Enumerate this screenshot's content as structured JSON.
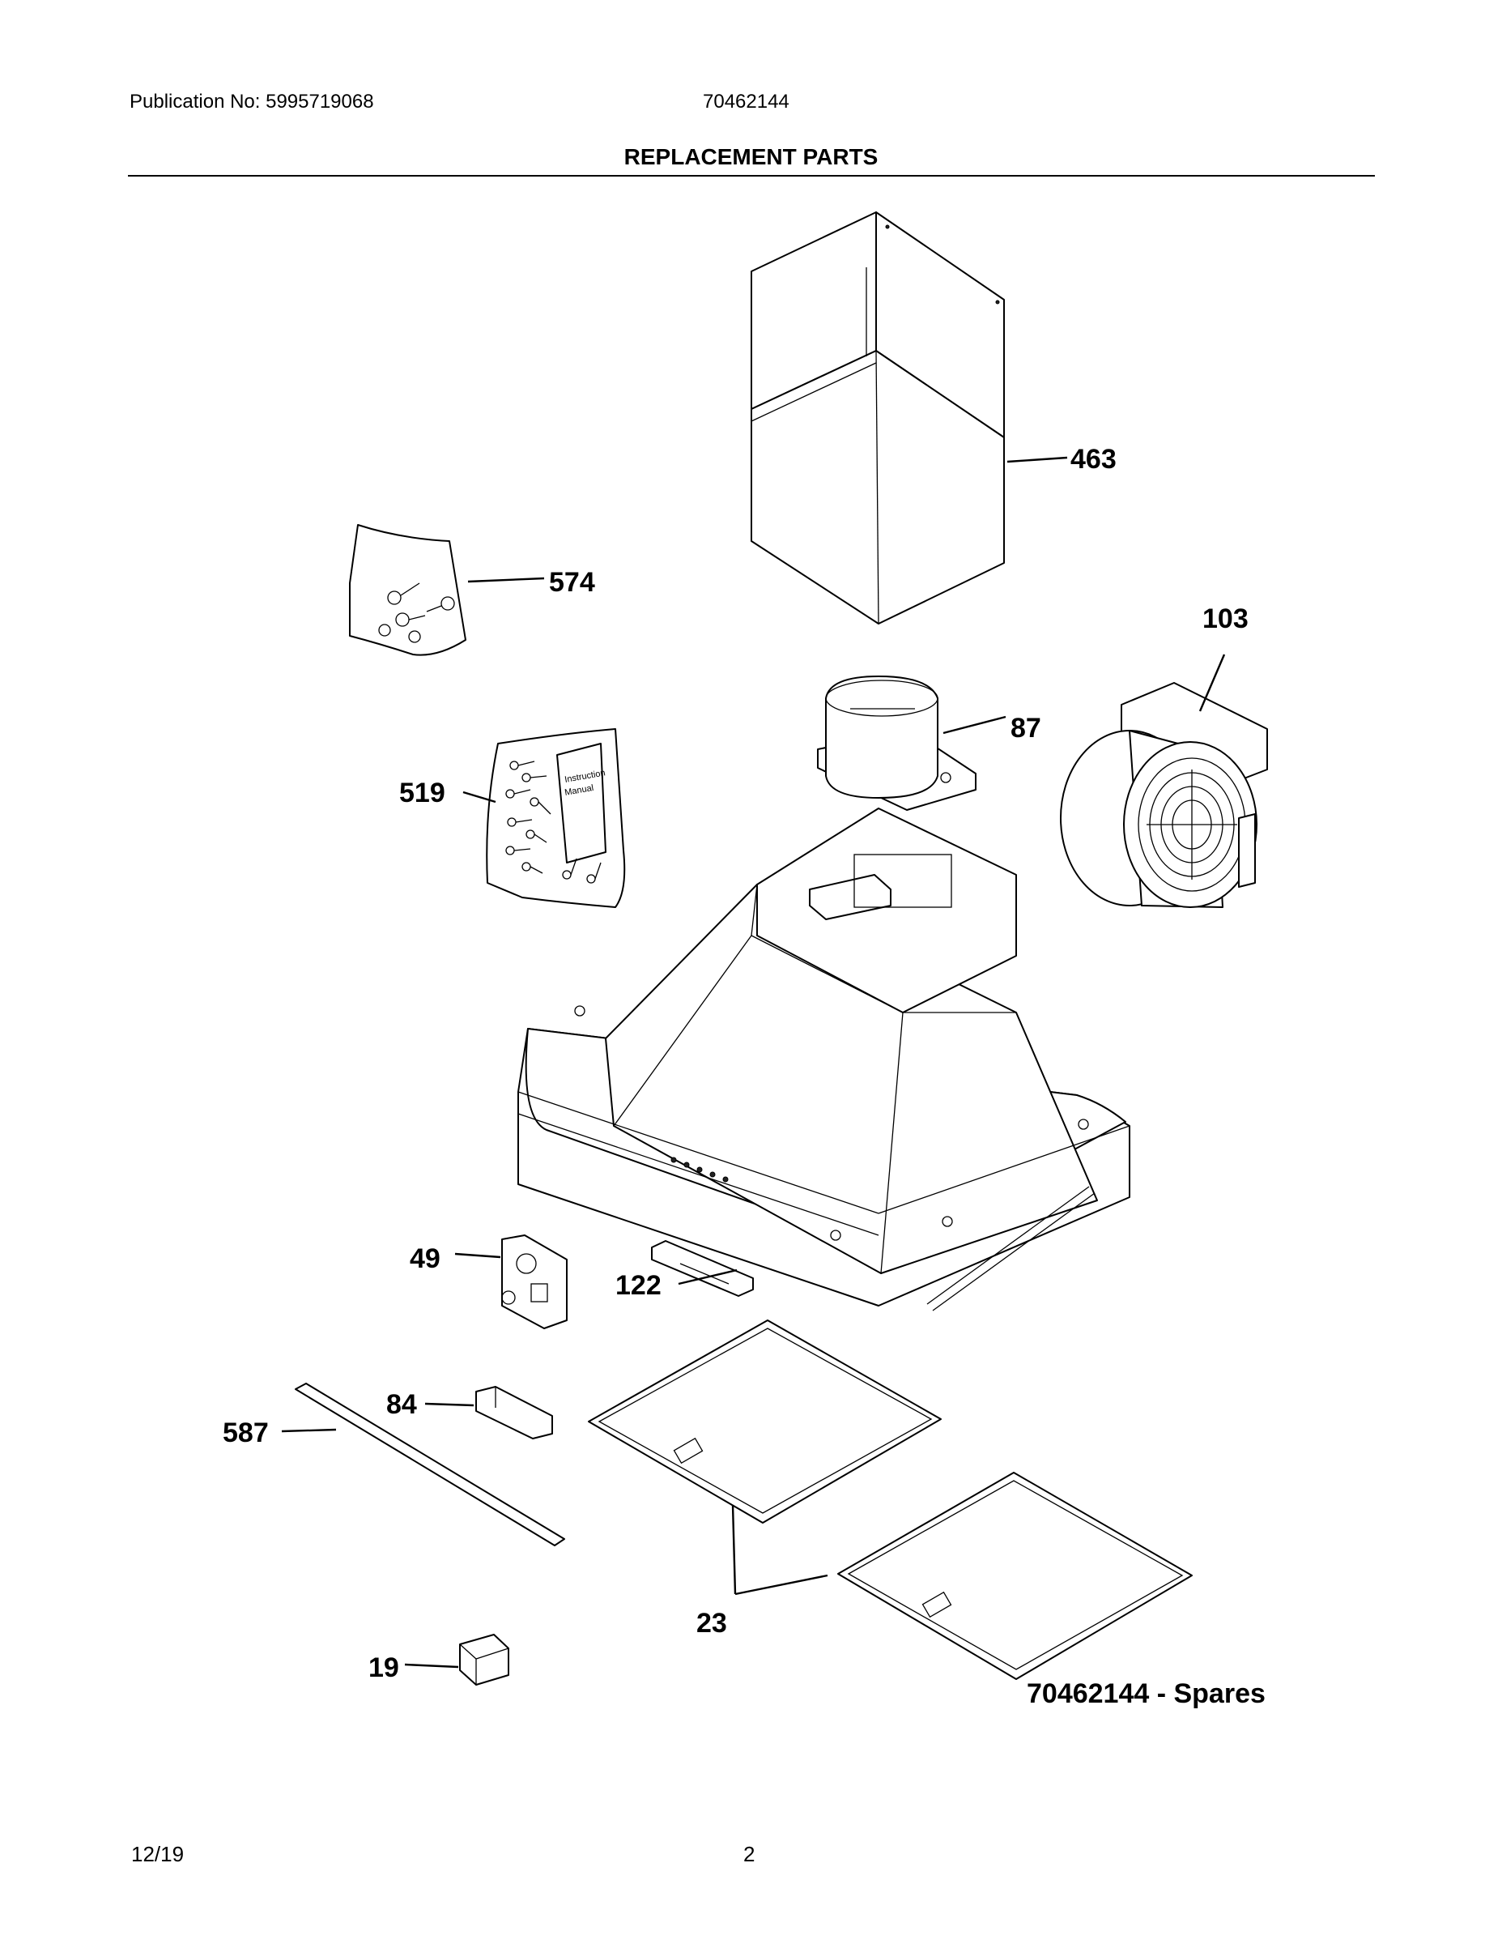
{
  "header": {
    "publication": "Publication No: 5995719068",
    "model": "70462144",
    "title": "REPLACEMENT PARTS"
  },
  "parts": [
    {
      "number": "463"
    },
    {
      "number": "574"
    },
    {
      "number": "103"
    },
    {
      "number": "87"
    },
    {
      "number": "519"
    },
    {
      "number": "49"
    },
    {
      "number": "122"
    },
    {
      "number": "84"
    },
    {
      "number": "587"
    },
    {
      "number": "23"
    },
    {
      "number": "19"
    }
  ],
  "manual_text": [
    "Instruction",
    "Manual"
  ],
  "caption": "70462144 - Spares",
  "footer": {
    "date": "12/19",
    "page": "2"
  }
}
